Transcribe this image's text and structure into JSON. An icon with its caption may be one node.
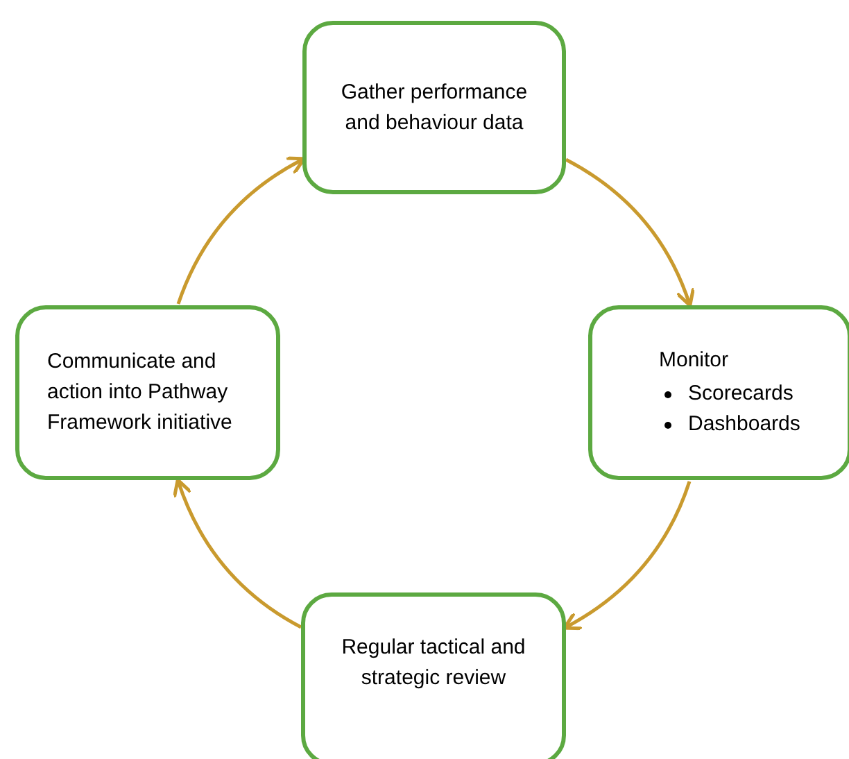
{
  "diagram": {
    "nodes": [
      {
        "text": [
          "Gather performance and behaviour data"
        ]
      },
      {
        "text": [
          "Communicate and action into Pathway Framework initiative"
        ]
      },
      {
        "text": [
          "Monitor",
          "Scorecards",
          "Dashboards"
        ]
      },
      {
        "text": [
          "Regular tactical and strategic review"
        ]
      }
    ],
    "edges": [
      {
        "from": 0,
        "to": 2,
        "arrow": "to"
      },
      {
        "from": 2,
        "to": 3,
        "arrow": "to"
      },
      {
        "from": 3,
        "to": 1,
        "arrow": "to"
      },
      {
        "from": 1,
        "to": 0,
        "arrow": "to"
      }
    ]
  }
}
